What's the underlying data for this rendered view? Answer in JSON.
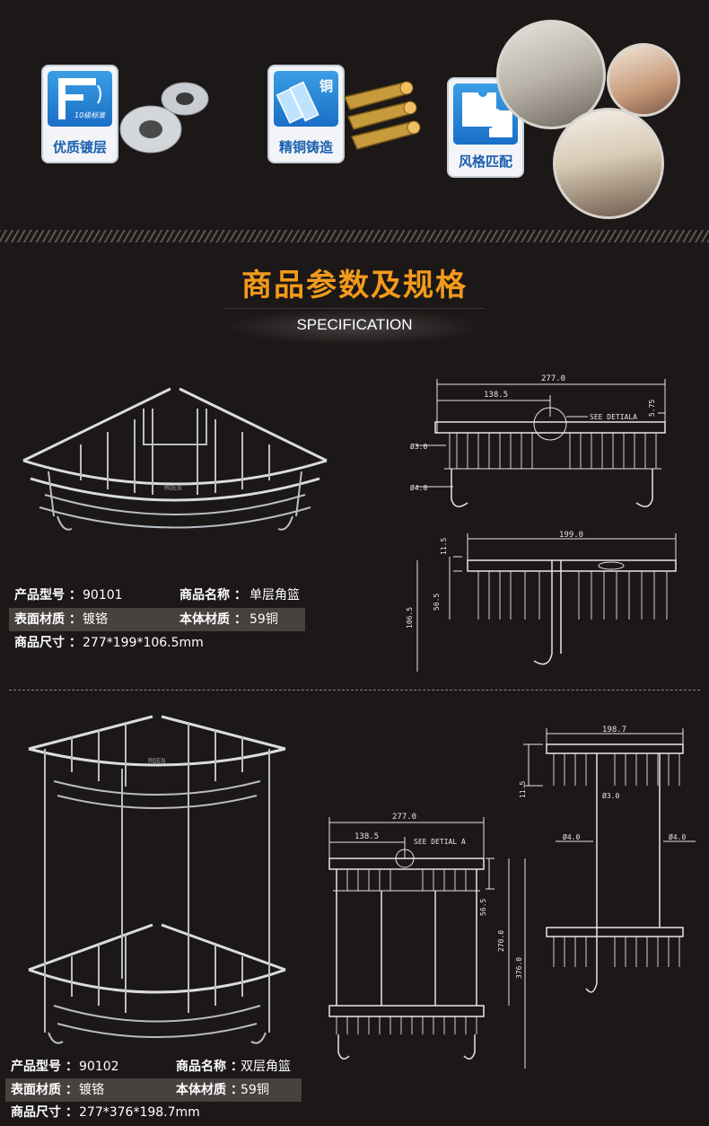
{
  "features": [
    {
      "label": "优质镀层",
      "badge": "10级标准",
      "icon": "faucet-icon"
    },
    {
      "label": "精铜铸造",
      "badge": "铜",
      "icon": "copper-pipe-icon"
    },
    {
      "label": "风格匹配",
      "icon": "puzzle-icon"
    }
  ],
  "section": {
    "title_cn": "商品参数及规格",
    "title_en": "SPECIFICATION"
  },
  "brand": "MOEN",
  "product1": {
    "model_label": "产品型号 ：",
    "model": "90101",
    "name_label": "商品名称 ：",
    "name": "单层角篮",
    "surface_label": "表面材质 ：",
    "surface": "镀铬",
    "body_label": "本体材质 ：",
    "body": "59铜",
    "size_label": "商品尺寸 ：",
    "size": "277*199*106.5mm",
    "drawing": {
      "width": "277.0",
      "half": "138.5",
      "top": "5.75",
      "detail": "SEE DETIALA",
      "d3": "Ø3.0",
      "d4": "Ø4.0",
      "depth": "199.0",
      "h1": "11.5",
      "h2": "56.5",
      "h3": "106.5"
    }
  },
  "product2": {
    "model_label": "产品型号 ：",
    "model": "90102",
    "name_label": "商品名称 ：",
    "name": "双层角篮",
    "surface_label": "表面材质 ：",
    "surface": "镀铬",
    "body_label": "本体材质 ：",
    "body": "59铜",
    "size_label": "商品尺寸 ：",
    "size": "277*376*198.7mm",
    "drawing": {
      "width": "277.0",
      "half": "138.5",
      "detail": "SEE DETIAL A",
      "h1": "56.5",
      "h2": "270.0",
      "h3": "376.0",
      "depth": "198.7",
      "h4": "11.5",
      "d3": "Ø3.0",
      "d4a": "Ø4.0",
      "d4b": "Ø4.0"
    }
  }
}
